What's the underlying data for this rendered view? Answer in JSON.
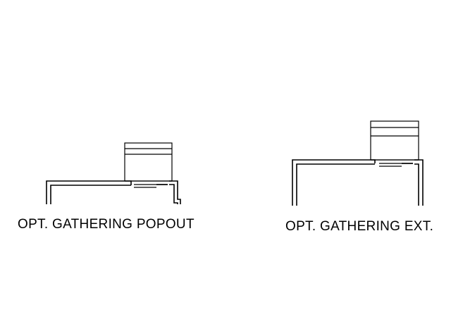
{
  "diagrams": [
    {
      "id": "popout",
      "label": "OPT. GATHERING POPOUT"
    },
    {
      "id": "extension",
      "label": "OPT. GATHERING EXT."
    }
  ],
  "colors": {
    "line": "#000000",
    "background": "#ffffff"
  }
}
